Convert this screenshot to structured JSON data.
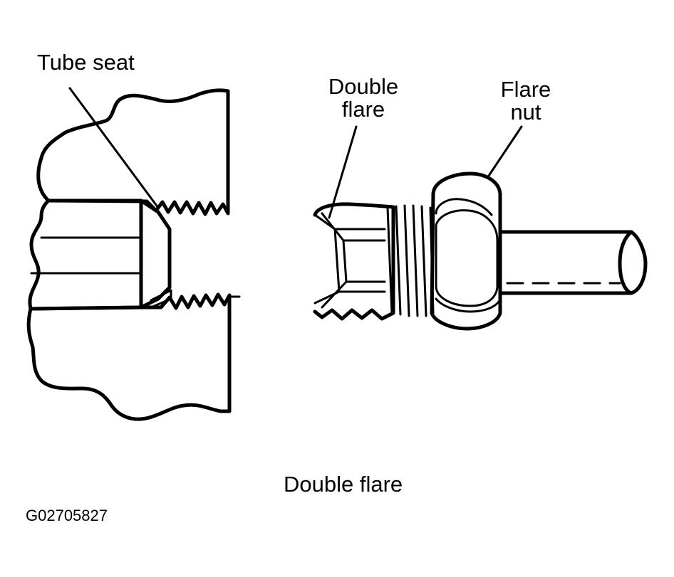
{
  "labels": {
    "tube_seat": "Tube seat",
    "double_flare_line1": "Double",
    "double_flare_line2": "flare",
    "flare_nut_line1": "Flare",
    "flare_nut_line2": "nut",
    "caption": "Double flare",
    "figure_id": "G02705827"
  },
  "colors": {
    "ink": "#000000",
    "background": "#ffffff"
  }
}
